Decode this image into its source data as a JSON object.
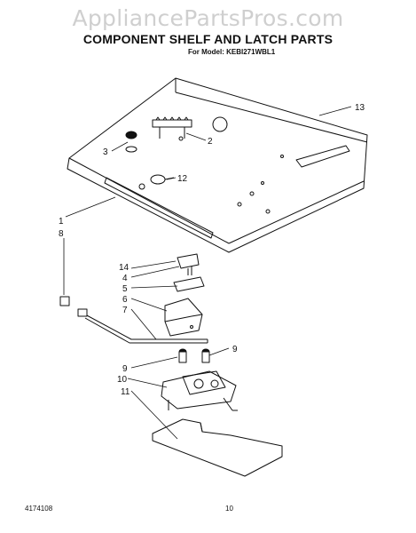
{
  "watermark": "AppliancePartsPros.com",
  "title": "COMPONENT SHELF AND LATCH PARTS",
  "model": "For Model: KEBI271WBL1",
  "footer": {
    "doc_number": "4174108",
    "page": "10"
  },
  "callouts": {
    "c13": "13",
    "c2": "2",
    "c3": "3",
    "c12": "12",
    "c1": "1",
    "c8": "8",
    "c14": "14",
    "c4": "4",
    "c5": "5",
    "c6": "6",
    "c7": "7",
    "c9a": "9",
    "c9b": "9",
    "c10": "10",
    "c11": "11"
  }
}
